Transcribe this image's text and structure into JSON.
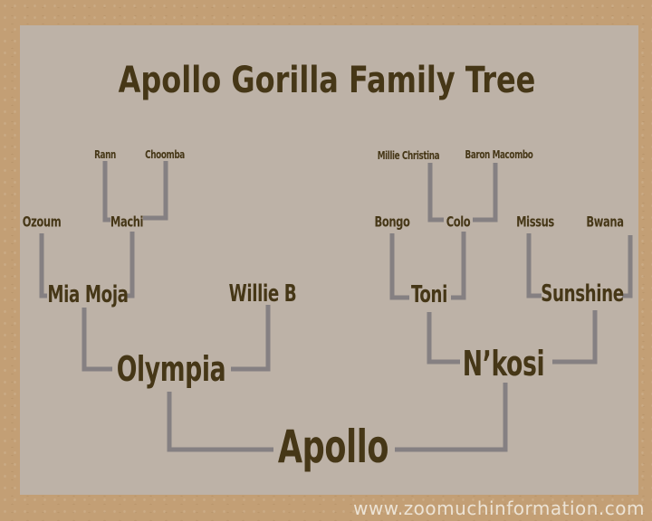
{
  "title": "Apollo Gorilla Family Tree",
  "watermark": "www.zoomuchinformation.com",
  "colors": {
    "line": "#858082",
    "text": "#463717",
    "panel": "#bdb2a7",
    "border": "#c39f75"
  },
  "tree": {
    "root": "Apollo",
    "mother": "Olympia",
    "father": "N’kosi",
    "olympia_mother": "Mia Moja",
    "olympia_father": "Willie B",
    "nkosi_father": "Toni",
    "nkosi_mother": "Sunshine",
    "miamoja_parent1": "Ozoum",
    "miamoja_parent2": "Machi",
    "machi_parent1": "Rann",
    "machi_parent2": "Choomba",
    "toni_parent1": "Bongo",
    "toni_parent2": "Colo",
    "colo_parent1": "Millie Christina",
    "colo_parent2": "Baron Macombo",
    "sunshine_parent1": "Missus",
    "sunshine_parent2": "Bwana"
  }
}
